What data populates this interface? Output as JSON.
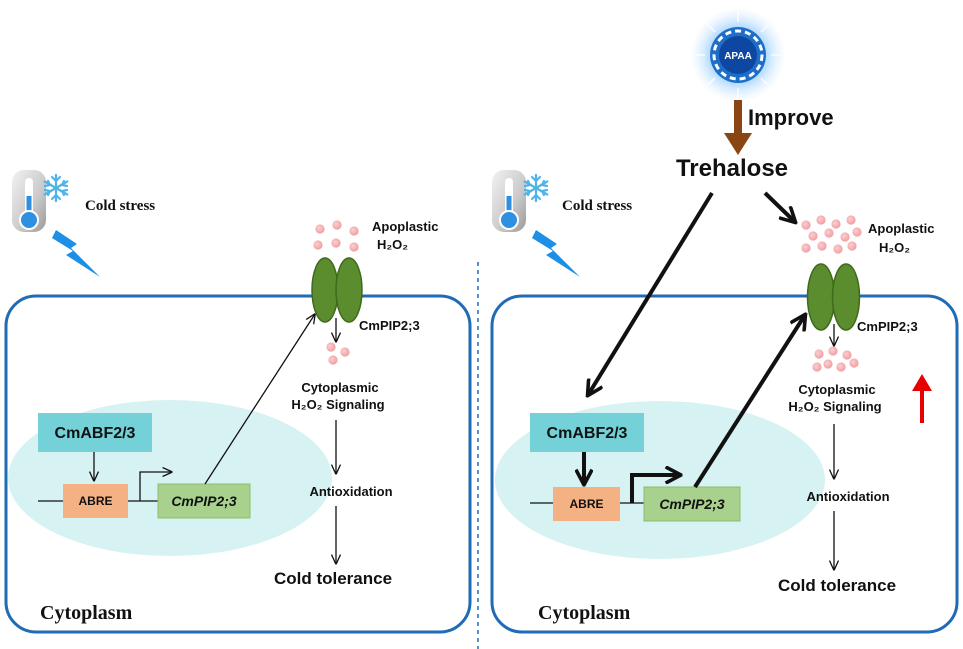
{
  "left_panel": {
    "cold_stress": "Cold stress",
    "apoplastic": "Apoplastic",
    "apoplastic_h2o2": "H₂O₂",
    "membrane_channel": "CmPIP2;3",
    "cytoplasmic": "Cytoplasmic",
    "cytoplasmic_signaling": "H₂O₂ Signaling",
    "antioxidation": "Antioxidation",
    "cold_tolerance": "Cold tolerance",
    "cytoplasm": "Cytoplasm",
    "nucleus": {
      "transcription_factor": "CmABF2/3",
      "promoter_element": "ABRE",
      "gene": "CmPIP2;3"
    }
  },
  "right_panel": {
    "treatment": {
      "label": "APAA",
      "effect": "Improve",
      "metabolite": "Trehalose"
    },
    "cold_stress": "Cold stress",
    "apoplastic": "Apoplastic",
    "apoplastic_h2o2": "H₂O₂",
    "membrane_channel": "CmPIP2;3",
    "cytoplasmic": "Cytoplasmic",
    "cytoplasmic_signaling": "H₂O₂ Signaling",
    "antioxidation": "Antioxidation",
    "cold_tolerance": "Cold tolerance",
    "cytoplasm": "Cytoplasm",
    "nucleus": {
      "transcription_factor": "CmABF2/3",
      "promoter_element": "ABRE",
      "gene": "CmPIP2;3"
    }
  },
  "icons": {
    "cold": "thermometer-snowflake-icon",
    "stress": "lightning-bolt-icon",
    "treatment": "apaa-badge-icon",
    "signaling_change": "red-up-arrow-icon",
    "channel": "aquaporin-channel-icon",
    "h2o2": "pink-dot-icon"
  },
  "colors": {
    "cell_membrane": "#1f6bb5",
    "nucleus_fill": "#d7f2f2",
    "transcription_factor_fill": "#74d1d7",
    "promoter_fill": "#f4b183",
    "gene_fill": "#a9d18e",
    "channel_fill": "#5b8c2e",
    "h2o2_dots": "#f5a7a9",
    "improve_arrow": "#8b4513",
    "increase_arrow": "#e60000",
    "lightning": "#1c8fe6"
  }
}
